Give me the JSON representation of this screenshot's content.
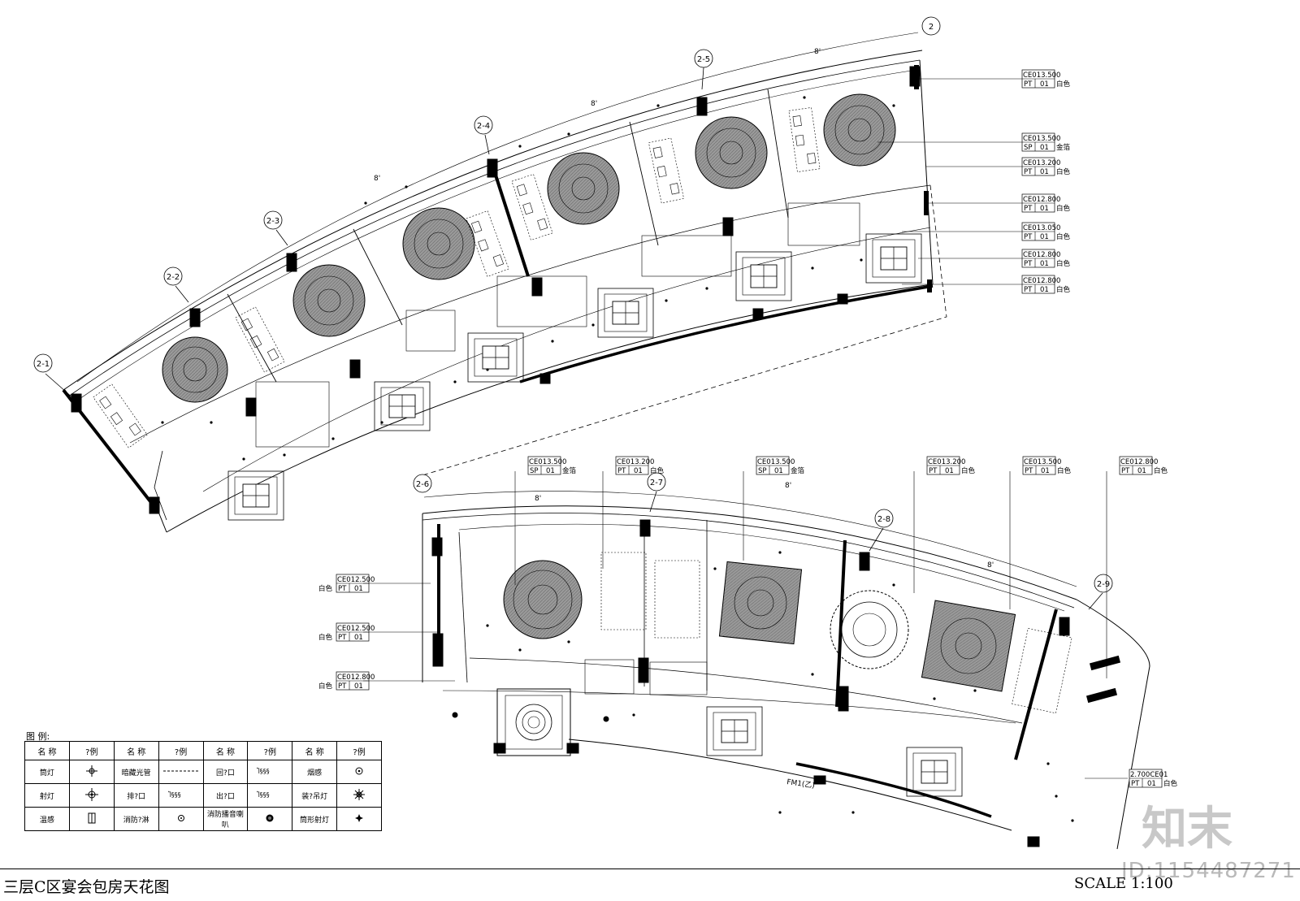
{
  "drawing": {
    "title": "三层C区宴会包房天花图",
    "scale": "SCALE 1:100",
    "id_label": "ID:1154487271",
    "watermark_text": "知末",
    "axes": [
      "2-1",
      "2-2",
      "2-3",
      "2-4",
      "2-5",
      "2-6",
      "2-7",
      "2-8",
      "2-9"
    ],
    "axis_partial": "2",
    "dimension_label": "8'",
    "upper_tags": [
      {
        "code": "CE01",
        "height": "3.500",
        "material": "PT",
        "no": "01",
        "finish": "白色"
      },
      {
        "code": "CE01",
        "height": "3.500",
        "material": "SP",
        "no": "01",
        "finish": "金箔"
      },
      {
        "code": "CE01",
        "height": "3.200",
        "material": "PT",
        "no": "01",
        "finish": "白色"
      },
      {
        "code": "CE01",
        "height": "2.800",
        "material": "PT",
        "no": "01",
        "finish": "白色"
      },
      {
        "code": "CE01",
        "height": "3.050",
        "material": "PT",
        "no": "01",
        "finish": "白色"
      },
      {
        "code": "CE01",
        "height": "2.800",
        "material": "PT",
        "no": "01",
        "finish": "白色"
      },
      {
        "code": "CE01",
        "height": "2.800",
        "material": "PT",
        "no": "01",
        "finish": "白色"
      }
    ],
    "lower_top_tags": [
      {
        "code": "CE01",
        "height": "3.500",
        "material": "SP",
        "no": "01",
        "finish": "金箔"
      },
      {
        "code": "CE01",
        "height": "3.200",
        "material": "PT",
        "no": "01",
        "finish": "白色"
      },
      {
        "code": "CE01",
        "height": "3.500",
        "material": "SP",
        "no": "01",
        "finish": "金箔"
      },
      {
        "code": "CE01",
        "height": "3.200",
        "material": "PT",
        "no": "01",
        "finish": "白色"
      },
      {
        "code": "CE01",
        "height": "3.500",
        "material": "PT",
        "no": "01",
        "finish": "白色"
      },
      {
        "code": "CE01",
        "height": "2.800",
        "material": "PT",
        "no": "01",
        "finish": "白色"
      }
    ],
    "lower_left_tags": [
      {
        "code": "CE01",
        "height": "2.500",
        "material": "PT",
        "no": "01",
        "finish": "白色"
      },
      {
        "code": "CE01",
        "height": "2.500",
        "material": "PT",
        "no": "01",
        "finish": "白色"
      },
      {
        "code": "CE01",
        "height": "2.800",
        "material": "PT",
        "no": "01",
        "finish": "白色"
      }
    ],
    "lower_right_tag": {
      "height": "2.700",
      "code": "CE01",
      "material": "PT",
      "no": "01",
      "finish": "白色"
    },
    "fm_label": "FM1(乙)"
  },
  "legend": {
    "title": "图 例:",
    "headers": [
      "名 称",
      "?例",
      "名 称",
      "?例",
      "名 称",
      "?例",
      "名 称",
      "?例"
    ],
    "rows": [
      [
        {
          "name": "筒灯",
          "sym": "downlight-icon"
        },
        {
          "name": "暗藏光管",
          "sym": "hidden-tube-icon"
        },
        {
          "name": "回?口",
          "sym": "return-air-icon"
        },
        {
          "name": "烟感",
          "sym": "smoke-detector-icon"
        }
      ],
      [
        {
          "name": "射灯",
          "sym": "spotlight-icon"
        },
        {
          "name": "排?口",
          "sym": "exhaust-icon"
        },
        {
          "name": "出?口",
          "sym": "supply-air-icon"
        },
        {
          "name": "装?吊灯",
          "sym": "chandelier-icon"
        }
      ],
      [
        {
          "name": "温感",
          "sym": "heat-detector-icon"
        },
        {
          "name": "消防?淋",
          "sym": "sprinkler-icon"
        },
        {
          "name": "消防播音喇叭",
          "sym": "speaker-icon"
        },
        {
          "name": "筒形射灯",
          "sym": "tube-spotlight-icon"
        }
      ]
    ]
  }
}
